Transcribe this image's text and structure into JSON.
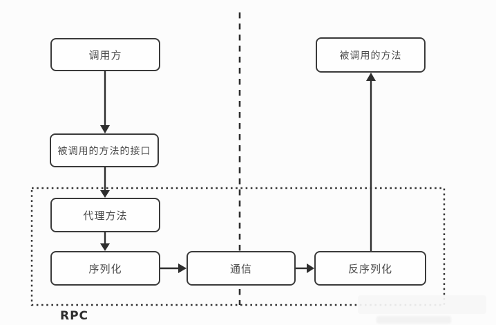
{
  "diagram": {
    "type": "flowchart",
    "group_label": "RPC",
    "nodes": {
      "caller": "调用方",
      "interface": "被调用的方法的接口",
      "proxy": "代理方法",
      "serialize": "序列化",
      "comm": "通信",
      "deserialize": "反序列化",
      "called": "被调用的方法"
    },
    "edges": [
      {
        "from": "caller",
        "to": "interface",
        "direction": "down"
      },
      {
        "from": "interface",
        "to": "proxy",
        "direction": "down"
      },
      {
        "from": "proxy",
        "to": "serialize",
        "direction": "down"
      },
      {
        "from": "serialize",
        "to": "comm",
        "direction": "right"
      },
      {
        "from": "comm",
        "to": "deserialize",
        "direction": "right"
      },
      {
        "from": "deserialize",
        "to": "called",
        "direction": "up"
      }
    ],
    "annotations": {
      "client_server_divider": "vertical dashed line",
      "rpc_boundary": "dotted rectangle enclosing proxy, serialize, comm, deserialize"
    },
    "colors": {
      "background": "#fcfcfc",
      "box_border": "#3a3a3a",
      "box_fill": "#fefefe",
      "text": "#4a4a4a",
      "arrow": "#2e2e2e",
      "dashed_divider": "#2e2e2e",
      "dotted_boundary": "#333333",
      "rpc_label": "#2d2d2d"
    }
  }
}
